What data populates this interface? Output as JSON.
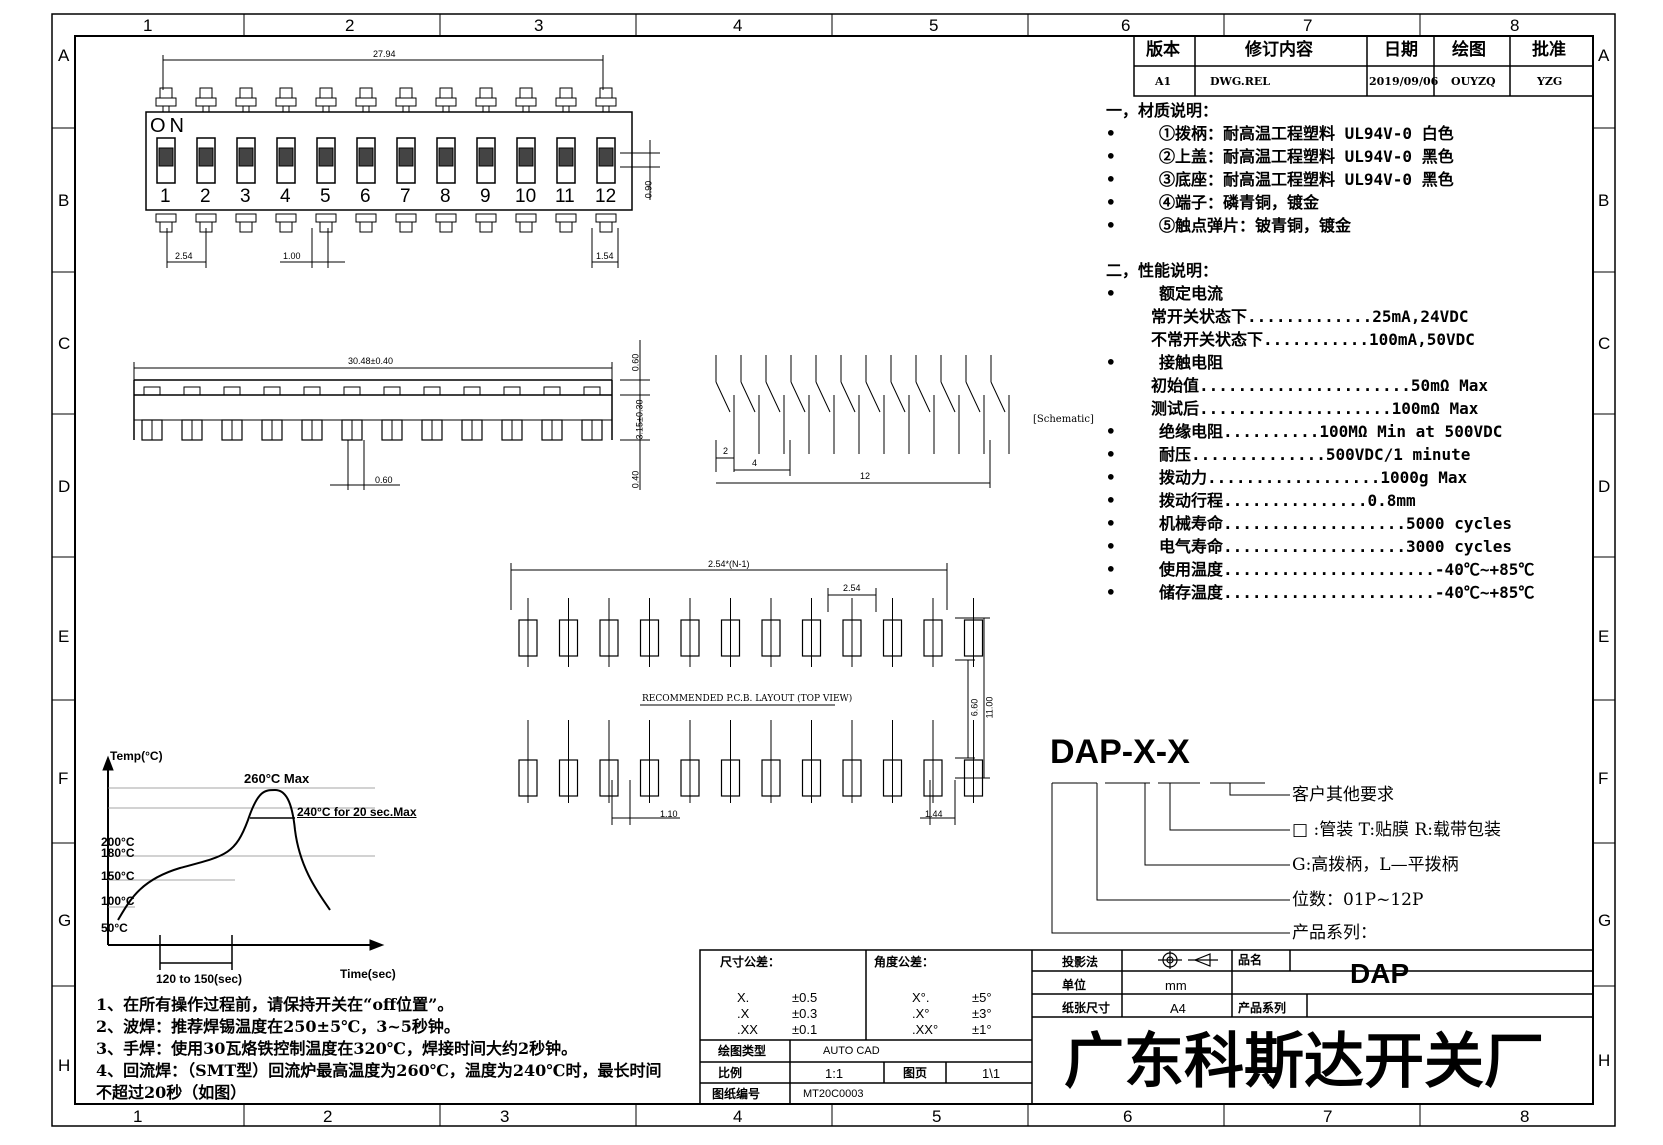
{
  "zones": {
    "top": [
      "1",
      "2",
      "3",
      "4",
      "5",
      "6",
      "7",
      "8"
    ],
    "side": [
      "A",
      "B",
      "C",
      "D",
      "E",
      "F",
      "G",
      "H"
    ]
  },
  "revision": {
    "headers": [
      "版本",
      "修订内容",
      "日期",
      "绘图",
      "批准"
    ],
    "row": [
      "A1",
      "DWG.REL",
      "2019/09/06",
      "OUYZQ",
      "YZG"
    ]
  },
  "materials": {
    "title": "一，材质说明：",
    "items": [
      "①拨柄：耐高温工程塑料 UL94V-0 白色",
      "②上盖：耐高温工程塑料 UL94V-0 黑色",
      "③底座：耐高温工程塑料 UL94V-0 黑色",
      "④端子：磷青铜，镀金",
      "⑤触点弹片：铍青铜，镀金"
    ]
  },
  "performance": {
    "title": "二，性能说明：",
    "rated_current": "额定电流",
    "rated_1": "常开关状态下.............25mA,24VDC",
    "rated_2": "不常开关状态下...........100mA,50VDC",
    "contact_res": "接触电阻",
    "contact_1": "初始值......................50mΩ Max",
    "contact_2": "测试后....................100mΩ Max",
    "items": [
      "绝缘电阻..........100MΩ Min at 500VDC",
      "耐压..............500VDC/1 minute",
      "拨动力..................1000g Max",
      "拨动行程...............0.8mm",
      "机械寿命...................5000 cycles",
      "电气寿命...................3000 cycles",
      "使用温度......................-40℃~+85℃",
      "储存温度......................-40℃~+85℃"
    ]
  },
  "top_view": {
    "on_label": "ON",
    "positions": [
      "1",
      "2",
      "3",
      "4",
      "5",
      "6",
      "7",
      "8",
      "9",
      "10",
      "11",
      "12"
    ],
    "dim_total": "27.94",
    "dim_pitch": "2.54",
    "dim_width": "1.00",
    "dim_end": "1.54",
    "dim_height": "0.90"
  },
  "side_view": {
    "dim_total": "30.48±0.40",
    "dim_top": "0.60",
    "dim_mid": "3.15±0.30",
    "dim_bottom": "0.40",
    "dim_pin": "0.60"
  },
  "schematic": {
    "label": "[Schematic]",
    "dim_a": "2",
    "dim_b": "4",
    "dim_c": "12"
  },
  "pcb": {
    "dim_total": "2.54*(N-1)",
    "dim_pitch": "2.54",
    "dim_pad": "1.10",
    "dim_end": "1.44",
    "dim_row": "6.60",
    "dim_outer": "11.00",
    "caption": "RECOMMENDED P.C.B. LAYOUT (TOP VIEW)"
  },
  "reflow": {
    "y_label": "Temp(°C)",
    "x_label": "Time(sec)",
    "peak": "260°C Max",
    "hold": "240°C for 20 sec.Max",
    "t200": "200°C",
    "t180": "180°C",
    "t150": "150°C",
    "t100": "100°C",
    "t50": "50°C",
    "preheat": "120 to 150(sec)"
  },
  "notes": [
    "1、在所有操作过程前，请保持开关在“off位置”。",
    "2、波焊：推荐焊锡温度在250±5℃，3~5秒钟。",
    "3、手焊：使用30瓦烙铁控制温度在320℃，焊接时间大约2秒钟。",
    "4、回流焊：（SMT型）回流炉最高温度为260℃，温度为240℃时，最长时间",
    "不超过20秒（如图）"
  ],
  "part_code": {
    "code": "DAP-X-X",
    "opt1": "客户其他要求",
    "opt2": "□ :管装  T:贴膜   R:载带包装",
    "opt3": "G:高拨柄，L—平拨柄",
    "opt4": "位数：01P~12P",
    "opt5": "产品系列："
  },
  "title_block": {
    "tol_label": "尺寸公差：",
    "tol_rows": [
      [
        "X.",
        "±0.5"
      ],
      [
        ".X",
        "±0.3"
      ],
      [
        ".XX",
        "±0.1"
      ]
    ],
    "ang_label": "角度公差：",
    "ang_rows": [
      [
        "X°.",
        "±5°"
      ],
      [
        ".X°",
        "±3°"
      ],
      [
        ".XX°",
        "±1°"
      ]
    ],
    "proj_label": "投影法",
    "name_label": "品名",
    "name_value": "DAP",
    "unit_label": "单位",
    "unit_value": "mm",
    "paper_label": "纸张尺寸",
    "paper_value": "A4",
    "series_label": "产品系列",
    "software_label": "绘图类型",
    "software_value": "AUTO CAD",
    "scale_label": "比例",
    "scale_value": "1:1",
    "page_label": "图页",
    "page_value": "1\\1",
    "dwgno_label": "图纸编号",
    "dwgno_value": "MT20C0003",
    "company": "广东科斯达开关厂"
  }
}
